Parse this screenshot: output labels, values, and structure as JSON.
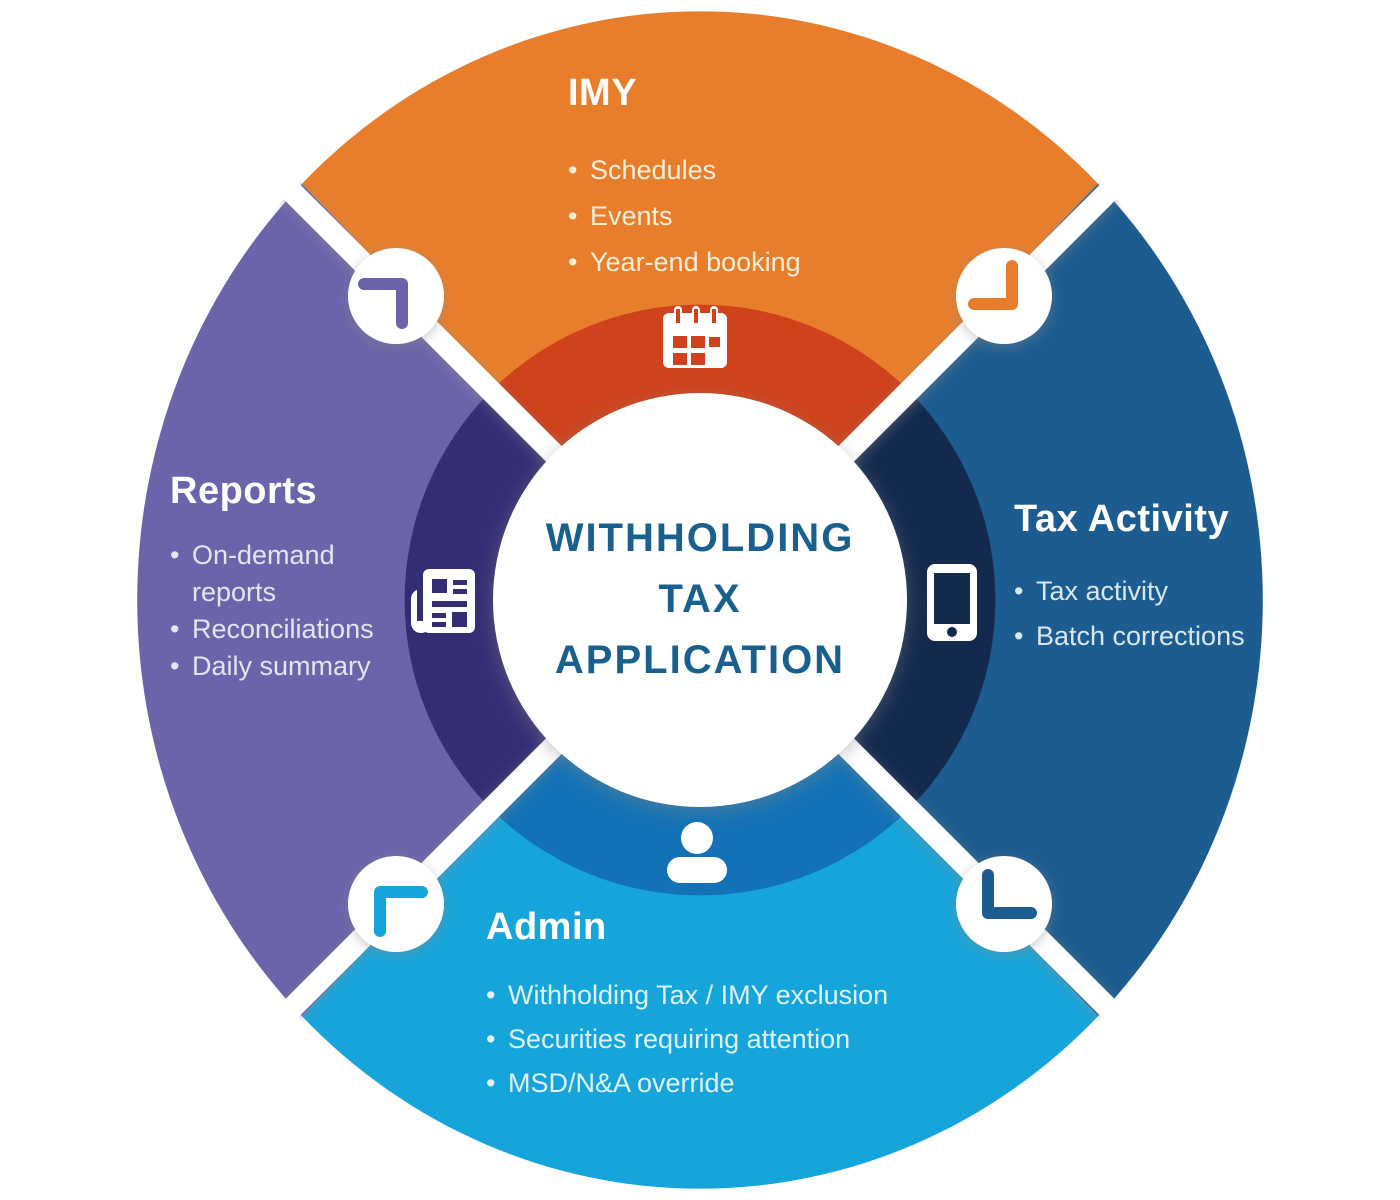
{
  "bullet_char": "•",
  "center": {
    "line1": "WITHHOLDING",
    "line2": "TAX",
    "line3": "APPLICATION",
    "text_color": "#19608E"
  },
  "sections": {
    "imy": {
      "title": "IMY",
      "items": [
        "Schedules",
        "Events",
        "Year-end booking"
      ],
      "color": "#E87E2B",
      "inner_color": "#CF421C",
      "icon": "calendar-icon"
    },
    "tax_activity": {
      "title": "Tax Activity",
      "items": [
        "Tax activity",
        "Batch corrections"
      ],
      "color": "#1D5C90",
      "inner_color": "#13294E",
      "icon": "tablet-icon"
    },
    "admin": {
      "title": "Admin",
      "items": [
        "Withholding Tax / IMY exclusion",
        "Securities requiring attention",
        "MSD/N&A override"
      ],
      "color": "#16A5DA",
      "inner_color": "#1272B5",
      "icon": "person-icon"
    },
    "reports": {
      "title": "Reports",
      "items": [
        "On-demand reports",
        "Reconciliations",
        "Daily summary"
      ],
      "color": "#6B64AA",
      "inner_color": "#332D75",
      "icon": "newspaper-icon"
    }
  },
  "band_color": "#FFFFFF"
}
